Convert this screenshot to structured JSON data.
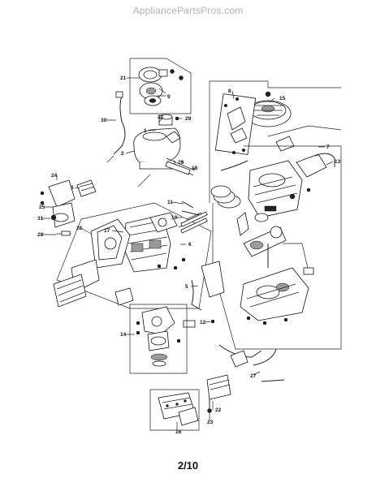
{
  "watermark": "AppliancePartsPros.com",
  "page_number": "2/10",
  "callouts": {
    "c1": "1",
    "c2": "2",
    "c3": "3",
    "c5": "5",
    "c6": "6",
    "c7": "7",
    "c8": "8",
    "c9": "9",
    "c10": "10",
    "c11": "11",
    "c12": "12",
    "c13": "13",
    "c14": "14",
    "c15": "15",
    "c16": "16",
    "c17": "17",
    "c18": "18",
    "c19": "19",
    "c20": "20",
    "c21": "21",
    "c22": "22",
    "c23": "23",
    "c24": "24",
    "c25": "25",
    "c26": "26",
    "c27": "27",
    "c28": "28",
    "c29": "29",
    "c30": "30",
    "c31": "31"
  }
}
